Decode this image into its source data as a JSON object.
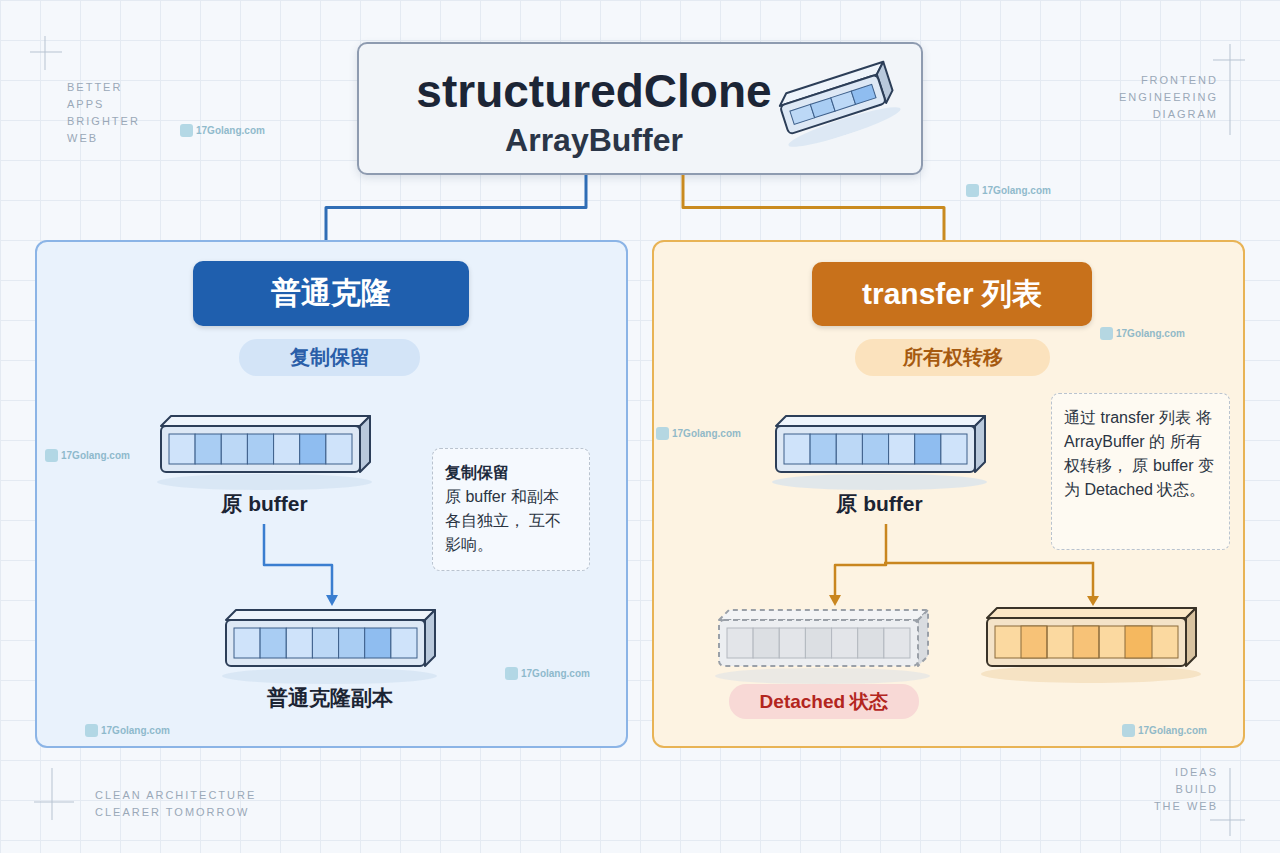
{
  "diagram": {
    "nodes": [
      {
        "text": [
          "structuredClone",
          "ArrayBuffer"
        ]
      },
      {
        "text": [
          "普通克隆",
          "复制保留"
        ]
      },
      {
        "text": [
          "原 buffer"
        ],
        "in": 1
      },
      {
        "text": [
          "普通克隆副本"
        ],
        "in": 1
      },
      {
        "text": [
          "复制保留",
          "原 buffer 和副本 各自独立， 互不影响。"
        ],
        "in": 1
      },
      {
        "text": [
          "transfer 列表",
          "所有权转移"
        ]
      },
      {
        "text": [
          "原 buffer"
        ],
        "in": 5
      },
      {
        "text": [
          "Detached 状态"
        ],
        "in": 5
      },
      {
        "text": [
          "通过 transfer 列表 将 ArrayBuffer 的 所有权转移， 原 buffer 变为 Detached 状态。"
        ],
        "in": 5
      }
    ],
    "edges": [
      {
        "from": 0,
        "to": 1,
        "arrow": "none"
      },
      {
        "from": 0,
        "to": 5,
        "arrow": "none"
      },
      {
        "from": 2,
        "to": 3,
        "arrow": "to"
      },
      {
        "from": 6,
        "to": 7,
        "arrow": "to"
      }
    ],
    "labels": [
      "BETTER APPS BRIGHTER WEB",
      "17Golang.com",
      "FRONTEND ENGINEERING DIAGRAM",
      "17Golang.com",
      "17Golang.com",
      "17Golang.com",
      "17Golang.com",
      "17Golang.com",
      "CLEAN ARCHITECTURE CLEARER TOMORROW",
      "17Golang.com",
      "IDEAS BUILD THE WEB",
      "17Golang.com"
    ]
  }
}
